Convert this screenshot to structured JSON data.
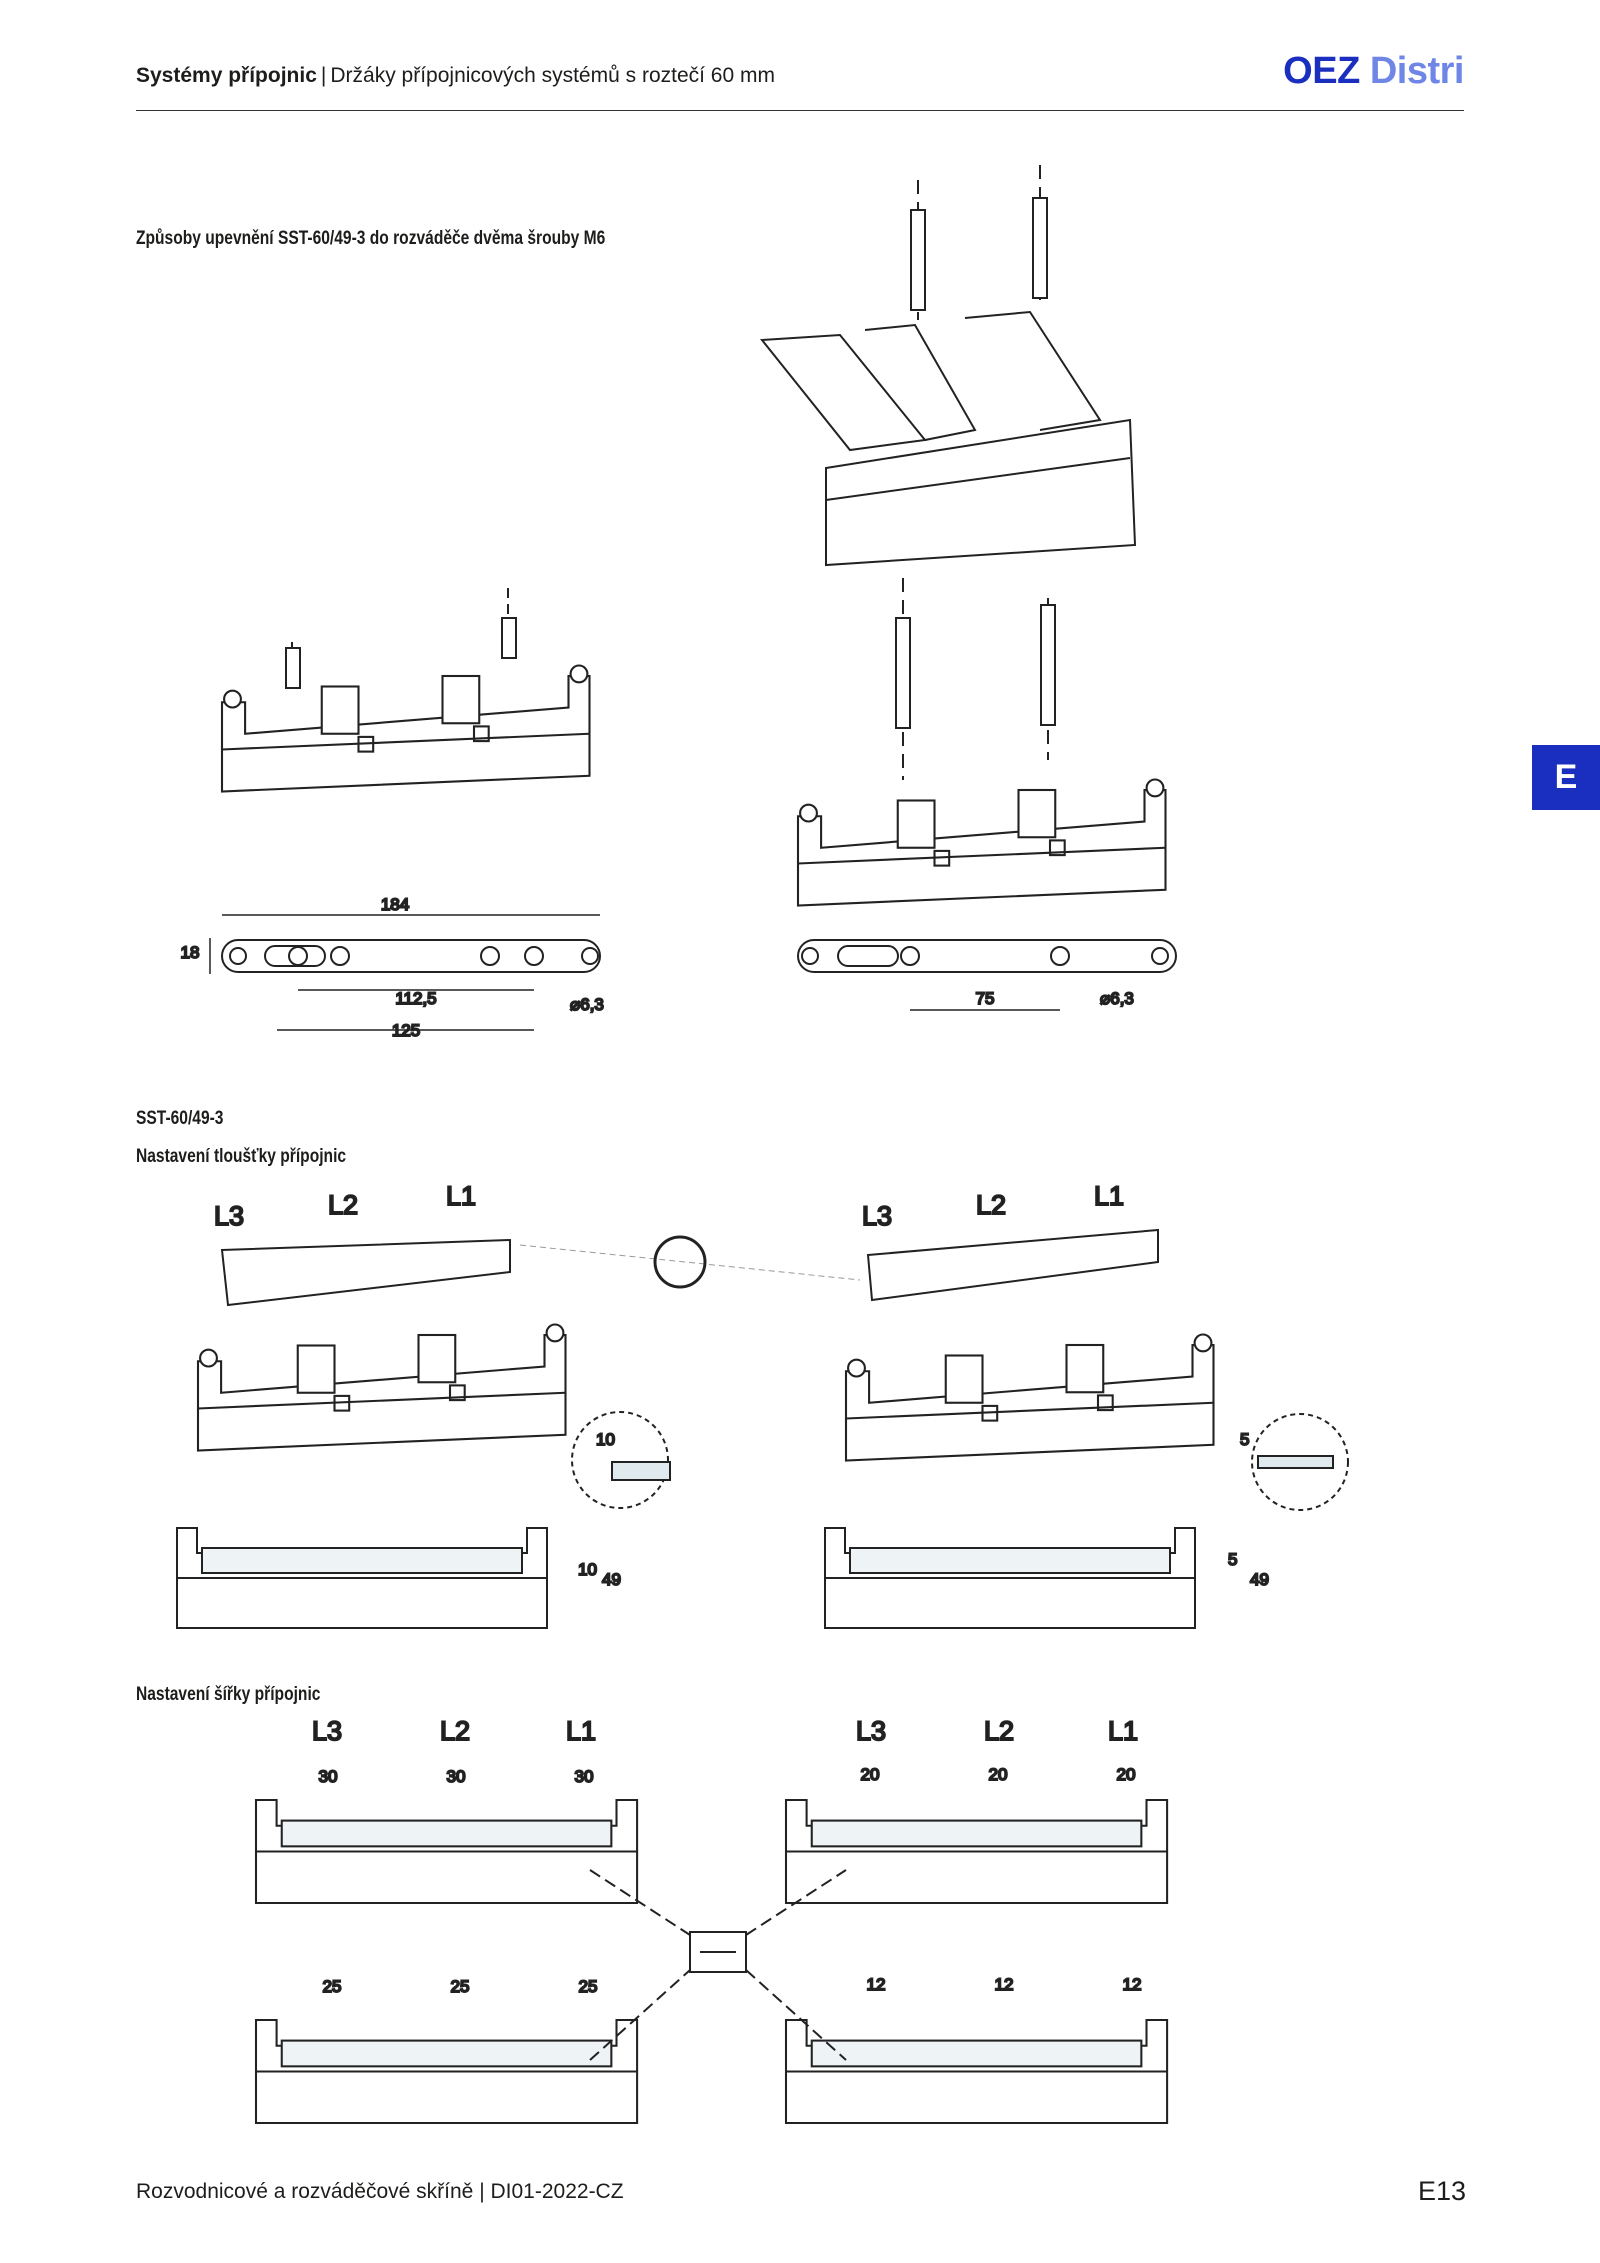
{
  "header": {
    "category": "Systémy přípojnic",
    "separator": "|",
    "subtitle": "Držáky přípojnicových systémů s roztečí 60 mm",
    "logo_primary": "OEZ",
    "logo_secondary": "Distri"
  },
  "side_tab": {
    "letter": "E"
  },
  "sections": {
    "mounting_heading": "Způsoby upevnění SST-60/49-3 do rozváděče dvěma šrouby M6",
    "product_heading": "SST-60/49-3",
    "thickness_heading": "Nastavení tloušťky přípojnic",
    "width_heading": "Nastavení šířky přípojnic"
  },
  "mounting_drawing": {
    "left": {
      "overall": "184",
      "height": "18",
      "pitch_inner": "112,5",
      "pitch_outer": "125",
      "hole": "⌀6,3"
    },
    "right": {
      "pitch": "75",
      "hole": "⌀6,3"
    }
  },
  "thickness": {
    "phases": [
      "L3",
      "L2",
      "L1"
    ],
    "left": {
      "thickness": "10",
      "height": "49"
    },
    "right": {
      "thickness": "5",
      "height": "49"
    }
  },
  "width": {
    "phases": [
      "L3",
      "L2",
      "L1"
    ],
    "top_left": "30",
    "top_right": "20",
    "bottom_left": "25",
    "bottom_right": "12"
  },
  "footer": {
    "title": "Rozvodnicové a rozváděčové skříně",
    "separator": "|",
    "code": "DI01-2022-CZ",
    "page": "E13"
  }
}
